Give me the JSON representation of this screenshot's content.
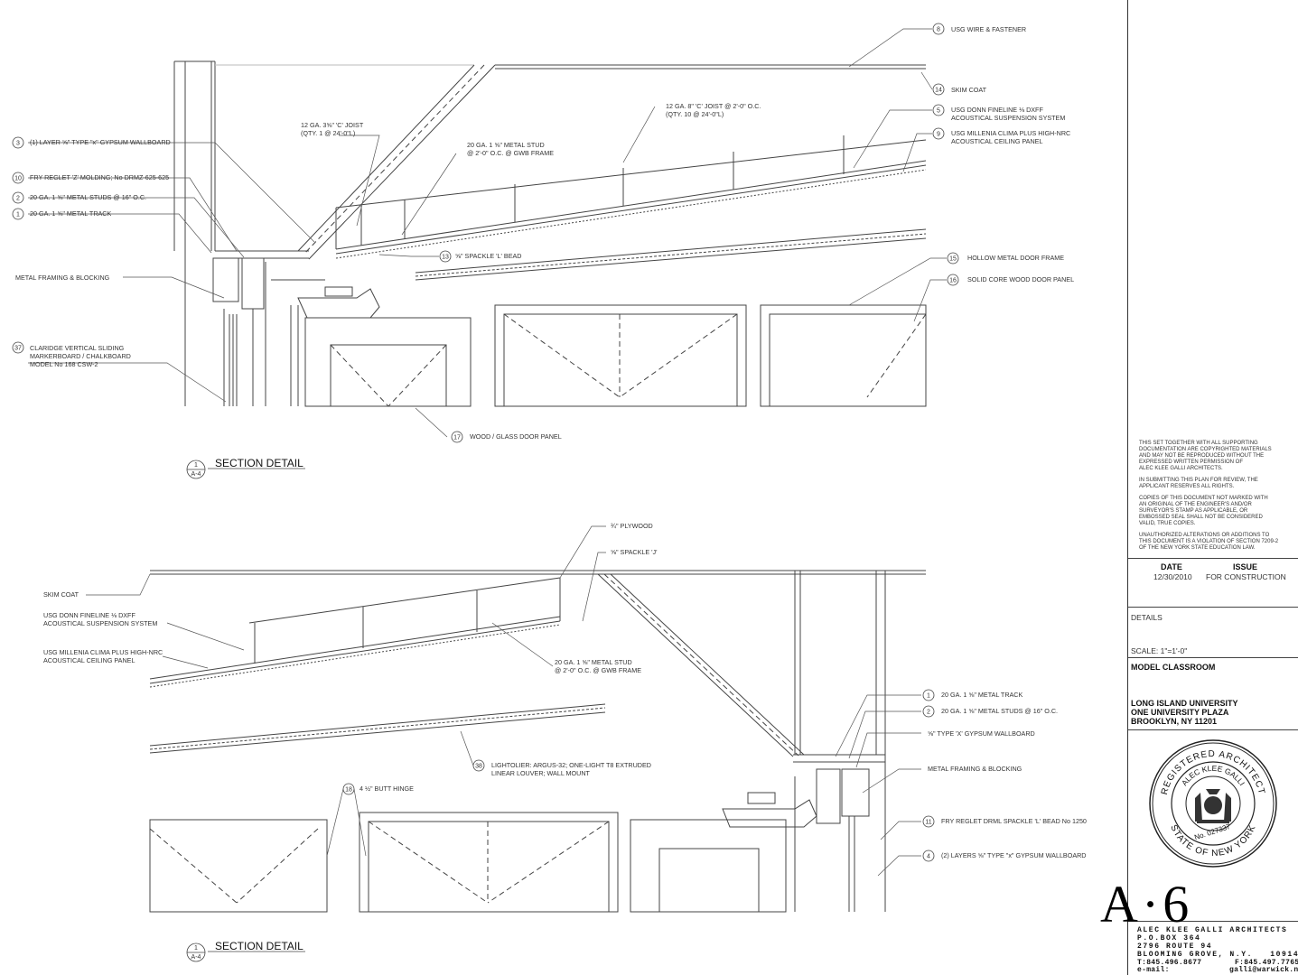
{
  "upper": {
    "title": "SECTION DETAIL",
    "tag_top": "1",
    "tag_bottom": "A-4",
    "notes": [
      {
        "num": "8",
        "text": "USG WIRE & FASTENER"
      },
      {
        "num": "14",
        "text": "SKIM COAT"
      },
      {
        "num": "5",
        "text": "USG DONN FINELINE ⅛ DXFF",
        "text2": "ACOUSTICAL SUSPENSION SYSTEM"
      },
      {
        "num": "9",
        "text": "USG MILLENIA CLIMA PLUS HIGH-NRC",
        "text2": "ACOUSTICAL CEILING PANEL"
      },
      {
        "num": "3",
        "text": "(1) LAYER ⅝\" TYPE \"x\" GYPSUM WALLBOARD"
      },
      {
        "num": "10",
        "text": "FRY REGLET 'Z' MOLDING; No DRMZ-625-625"
      },
      {
        "num": "2",
        "text": "20 GA. 1 ⅝\" METAL STUDS @ 16\" O.C."
      },
      {
        "num": "1",
        "text": "20 GA. 1 ⅝\" METAL TRACK"
      },
      {
        "num": "",
        "text": "METAL FRAMING & BLOCKING"
      },
      {
        "num": "37",
        "text": "CLARIDGE VERTICAL SLIDING",
        "text2": "MARKERBOARD / CHALKBOARD",
        "text3": "MODEL No 168 CSW-2"
      },
      {
        "num": "13",
        "text": "⅝\" SPACKLE 'L' BEAD"
      },
      {
        "num": "15",
        "text": "HOLLOW METAL DOOR FRAME"
      },
      {
        "num": "16",
        "text": "SOLID CORE WOOD DOOR PANEL"
      },
      {
        "num": "17",
        "text": "WOOD / GLASS DOOR PANEL"
      },
      {
        "num": "",
        "text": "12 GA. 3⅝\" 'C' JOIST",
        "text2": "(QTY. 1 @ 24'-0\"L)"
      },
      {
        "num": "",
        "text": "12 GA. 8\" 'C' JOIST @ 2'-0\" O.C.",
        "text2": "(QTY. 10 @ 24'-0\"L)"
      },
      {
        "num": "",
        "text": "20 GA. 1 ⅝\" METAL STUD",
        "text2": "@ 2'-0\" O.C. @ GWB FRAME"
      }
    ]
  },
  "lower": {
    "title": "SECTION DETAIL",
    "tag_top": "1",
    "tag_bottom": "A-4",
    "notes": [
      {
        "num": "",
        "text": "¾\" PLYWOOD"
      },
      {
        "num": "",
        "text": "⅝\" SPACKLE 'J'"
      },
      {
        "num": "",
        "text": "SKIM COAT"
      },
      {
        "num": "",
        "text": "USG DONN FINELINE ⅛ DXFF",
        "text2": "ACOUSTICAL SUSPENSION SYSTEM"
      },
      {
        "num": "",
        "text": "USG MILLENIA CLIMA PLUS HIGH-NRC",
        "text2": "ACOUSTICAL CEILING PANEL"
      },
      {
        "num": "",
        "text": "20 GA. 1 ⅝\" METAL STUD",
        "text2": "@ 2'-0\" O.C. @ GWB FRAME"
      },
      {
        "num": "1",
        "text": "20 GA. 1 ⅝\" METAL TRACK"
      },
      {
        "num": "2",
        "text": "20 GA. 1 ⅝\" METAL STUDS @ 16\" O.C."
      },
      {
        "num": "",
        "text": "⅝\" TYPE 'X' GYPSUM WALLBOARD"
      },
      {
        "num": "",
        "text": "METAL FRAMING & BLOCKING"
      },
      {
        "num": "38",
        "text": "LIGHTOLIER:  ARGUS-32; ONE-LIGHT T8 EXTRUDED",
        "text2": "LINEAR LOUVER; WALL MOUNT"
      },
      {
        "num": "18",
        "text": "4 ½\" BUTT HINGE"
      },
      {
        "num": "11",
        "text": "FRY REGLET DRML SPACKLE 'L' BEAD No 1250"
      },
      {
        "num": "4",
        "text": "(2) LAYERS ⅝\" TYPE \"x\" GYPSUM WALLBOARD"
      }
    ]
  },
  "titleblock": {
    "copyright": [
      "THIS SET TOGETHER WITH ALL SUPPORTING",
      "DOCUMENTATION ARE COPYRIGHTED MATERIALS",
      "AND MAY NOT BE REPRODUCED WITHOUT THE",
      "EXPRESSED WRITTEN PERMISSION OF",
      "ALEC KLEE GALLI ARCHITECTS."
    ],
    "review": [
      "IN SUBMITTING THIS PLAN FOR REVIEW, THE",
      "APPLICANT RESERVES ALL RIGHTS."
    ],
    "copies": [
      "COPIES OF THIS DOCUMENT NOT MARKED WITH",
      "AN ORIGINAL OF THE ENGINEER'S AND/OR",
      "SURVEYOR'S STAMP AS APPLICABLE, OR",
      "EMBOSSED SEAL SHALL NOT BE CONSIDERED",
      "VALID, TRUE COPIES."
    ],
    "unauthorized": [
      "UNAUTHORIZED ALTERATIONS OR ADDITIONS TO",
      "THIS DOCUMENT IS A VIOLATION OF SECTION 7209-2",
      "OF THE NEW YORK STATE EDUCATION LAW."
    ],
    "date_label": "DATE",
    "issue_label": "ISSUE",
    "date_value": "12/30/2010",
    "issue_value": "FOR CONSTRUCTION",
    "details_label": "DETAILS",
    "scale": "SCALE: 1\"=1'-0\"",
    "project": "MODEL CLASSROOM",
    "client_1": "LONG ISLAND UNIVERSITY",
    "client_2": "ONE UNIVERSITY PLAZA",
    "client_3": "BROOKLYN, NY  11201",
    "seal_top": "REGISTERED ARCHITECT",
    "seal_name": "ALEC KLEE GALLI",
    "seal_no": "No. 027337",
    "seal_bottom": "STATE OF NEW YORK",
    "sheet_number": "A·6",
    "firm_1": "ALEC KLEE GALLI ARCHITECTS",
    "firm_2": "P.O.BOX 364",
    "firm_3": "2796 ROUTE 94",
    "firm_4": "BLOOMING GROVE, N.Y.   10914",
    "phone": "T:845.496.8677",
    "fax": "F:845.497.7765",
    "email_label": "e-mail:",
    "email": "galli@warwick.net"
  }
}
